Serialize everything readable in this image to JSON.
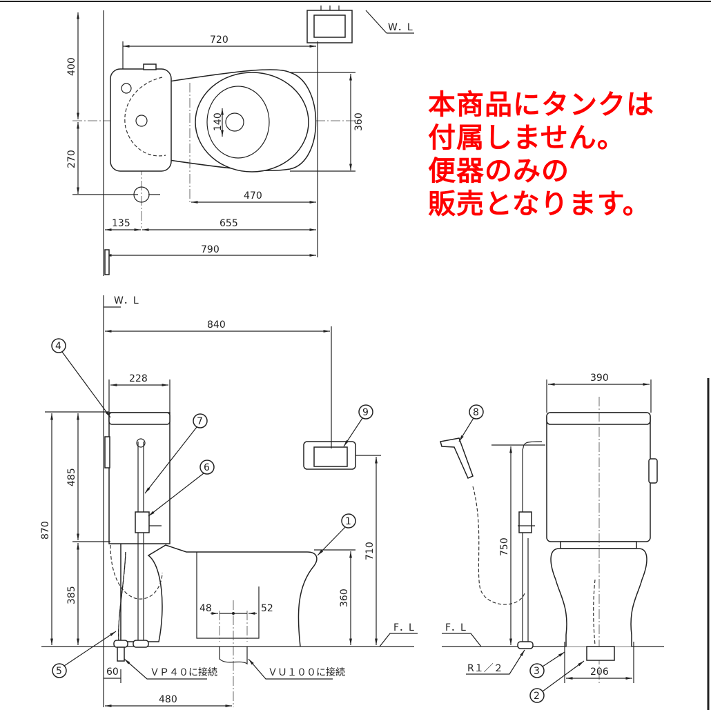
{
  "notice": {
    "lines": [
      "本商品にタンクは",
      "付属しません。",
      "便器のみの",
      "販売となります。"
    ],
    "color": "#ff0000"
  },
  "plan": {
    "wall_label": "W．L",
    "dims": {
      "d400": "400",
      "d270": "270",
      "d720": "720",
      "d360": "360",
      "d140": "140",
      "d470": "470",
      "d135": "135",
      "d655": "655",
      "d790": "790"
    }
  },
  "side": {
    "wall_label": "W．L",
    "floor_label": "F．L",
    "dims": {
      "d840": "840",
      "d228": "228",
      "d870": "870",
      "d485": "485",
      "d385": "385",
      "d710": "710",
      "d360": "360",
      "d48": "48",
      "d52": "52",
      "d60": "60",
      "d480": "480"
    },
    "vp40": "ＶＰ４０に接続",
    "vu100": "ＶＵ１００に接続"
  },
  "front": {
    "floor_label": "F．L",
    "dims": {
      "d390": "390",
      "d750": "750",
      "d206": "206"
    },
    "r12": "R１／２"
  },
  "callouts": [
    "1",
    "2",
    "3",
    "4",
    "5",
    "6",
    "7",
    "8",
    "9"
  ]
}
